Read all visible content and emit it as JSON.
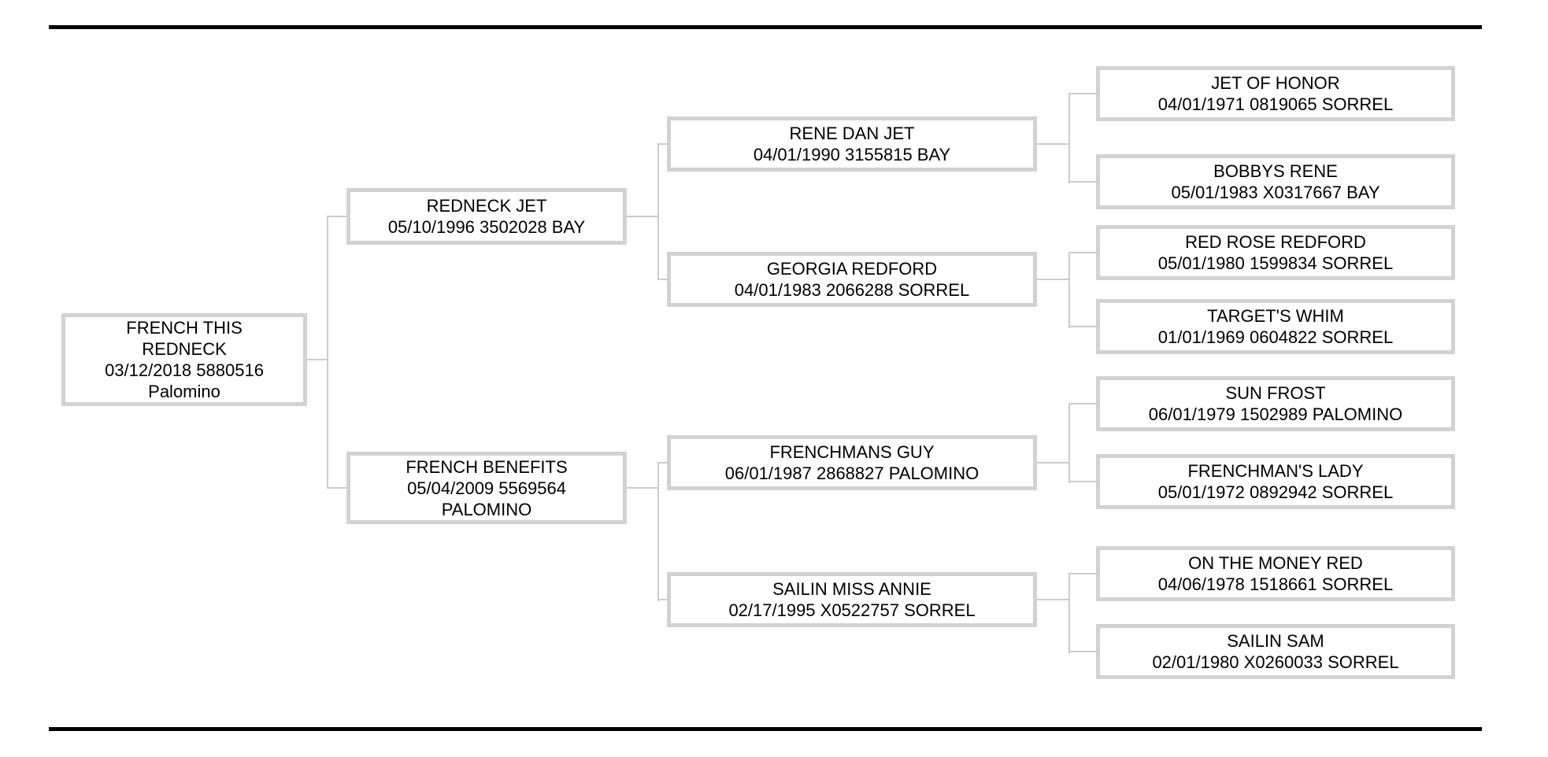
{
  "meta": {
    "diagram_type": "horse-pedigree-tree",
    "generations": 4,
    "background_color": "#ffffff",
    "rule_color": "#000000",
    "box_border_color": "#d2d2d2",
    "connector_color": "#cccccc",
    "text_color": "#000000"
  },
  "nodes": {
    "subject": {
      "name": "FRENCH THIS REDNECK",
      "birth_date": "03/12/2018",
      "reg_number": "5880516",
      "color": "Palomino",
      "lines": [
        "FRENCH THIS",
        "REDNECK",
        "03/12/2018 5880516",
        "Palomino"
      ]
    },
    "sire": {
      "name": "REDNECK JET",
      "birth_date": "05/10/1996",
      "reg_number": "3502028",
      "color": "BAY",
      "lines": [
        "REDNECK JET",
        "05/10/1996 3502028 BAY"
      ]
    },
    "dam": {
      "name": "FRENCH BENEFITS",
      "birth_date": "05/04/2009",
      "reg_number": "5569564",
      "color": "PALOMINO",
      "lines": [
        "FRENCH BENEFITS",
        "05/04/2009 5569564",
        "PALOMINO"
      ]
    },
    "sire_sire": {
      "name": "RENE DAN JET",
      "birth_date": "04/01/1990",
      "reg_number": "3155815",
      "color": "BAY",
      "lines": [
        "RENE DAN JET",
        "04/01/1990 3155815 BAY"
      ]
    },
    "sire_dam": {
      "name": "GEORGIA REDFORD",
      "birth_date": "04/01/1983",
      "reg_number": "2066288",
      "color": "SORREL",
      "lines": [
        "GEORGIA REDFORD",
        "04/01/1983 2066288 SORREL"
      ]
    },
    "dam_sire": {
      "name": "FRENCHMANS GUY",
      "birth_date": "06/01/1987",
      "reg_number": "2868827",
      "color": "PALOMINO",
      "lines": [
        "FRENCHMANS GUY",
        "06/01/1987 2868827 PALOMINO"
      ]
    },
    "dam_dam": {
      "name": "SAILIN MISS ANNIE",
      "birth_date": "02/17/1995",
      "reg_number": "X0522757",
      "color": "SORREL",
      "lines": [
        "SAILIN MISS ANNIE",
        "02/17/1995 X0522757 SORREL"
      ]
    },
    "sire_sire_sire": {
      "name": "JET OF HONOR",
      "birth_date": "04/01/1971",
      "reg_number": "0819065",
      "color": "SORREL",
      "lines": [
        "JET OF HONOR",
        "04/01/1971 0819065 SORREL"
      ]
    },
    "sire_sire_dam": {
      "name": "BOBBYS RENE",
      "birth_date": "05/01/1983",
      "reg_number": "X0317667",
      "color": "BAY",
      "lines": [
        "BOBBYS RENE",
        "05/01/1983 X0317667 BAY"
      ]
    },
    "sire_dam_sire": {
      "name": "RED ROSE REDFORD",
      "birth_date": "05/01/1980",
      "reg_number": "1599834",
      "color": "SORREL",
      "lines": [
        "RED ROSE REDFORD",
        "05/01/1980 1599834 SORREL"
      ]
    },
    "sire_dam_dam": {
      "name": "TARGET'S WHIM",
      "birth_date": "01/01/1969",
      "reg_number": "0604822",
      "color": "SORREL",
      "lines": [
        "TARGET'S WHIM",
        "01/01/1969 0604822 SORREL"
      ]
    },
    "dam_sire_sire": {
      "name": "SUN FROST",
      "birth_date": "06/01/1979",
      "reg_number": "1502989",
      "color": "PALOMINO",
      "lines": [
        "SUN FROST",
        "06/01/1979 1502989 PALOMINO"
      ]
    },
    "dam_sire_dam": {
      "name": "FRENCHMAN'S LADY",
      "birth_date": "05/01/1972",
      "reg_number": "0892942",
      "color": "SORREL",
      "lines": [
        "FRENCHMAN'S LADY",
        "05/01/1972 0892942 SORREL"
      ]
    },
    "dam_dam_sire": {
      "name": "ON THE MONEY RED",
      "birth_date": "04/06/1978",
      "reg_number": "1518661",
      "color": "SORREL",
      "lines": [
        "ON THE MONEY RED",
        "04/06/1978 1518661 SORREL"
      ]
    },
    "dam_dam_dam": {
      "name": "SAILIN SAM",
      "birth_date": "02/01/1980",
      "reg_number": "X0260033",
      "color": "SORREL",
      "lines": [
        "SAILIN SAM",
        "02/01/1980 X0260033 SORREL"
      ]
    }
  }
}
